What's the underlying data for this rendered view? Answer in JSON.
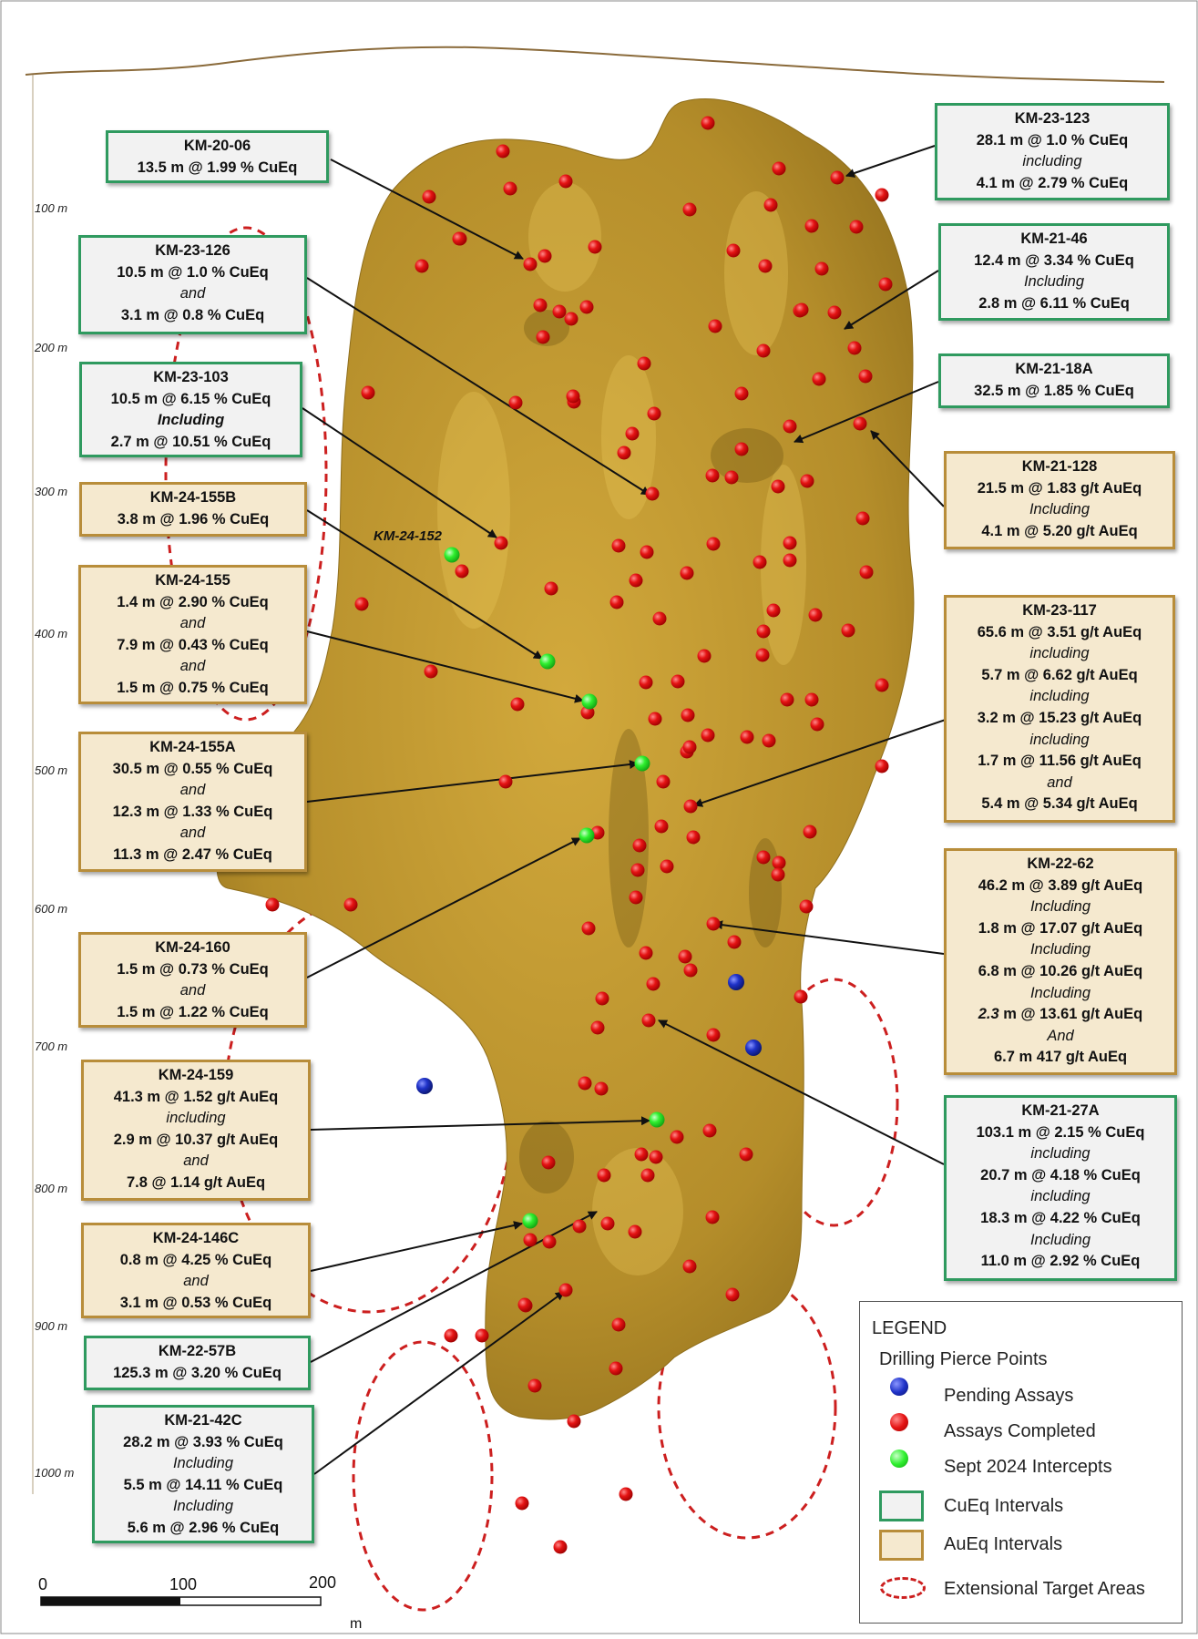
{
  "colors": {
    "orebody": "#b8922c",
    "assays_completed": "#e01010",
    "pending_assays": "#1a2fb8",
    "sept_2024_intercepts": "#22e822",
    "cueq_border": "#2f9a5f",
    "aueq_border": "#b88d3a",
    "target_area": "#cc1f1f"
  },
  "depth_labels": [
    "100 m",
    "200 m",
    "300 m",
    "400 m",
    "500 m",
    "600 m",
    "700 m",
    "800 m",
    "900 m",
    "1000 m"
  ],
  "pierce_label": "KM-24-152",
  "callouts": [
    {
      "id": "KM-20-06",
      "kind": "cueq",
      "lines": [
        {
          "t": "KM-20-06",
          "s": "b"
        },
        {
          "t": "13.5 m @ 1.99 % CuEq",
          "s": "b"
        }
      ]
    },
    {
      "id": "KM-23-126",
      "kind": "cueq",
      "lines": [
        {
          "t": "KM-23-126",
          "s": "b"
        },
        {
          "t": "10.5 m @ 1.0 % CuEq",
          "s": "b"
        },
        {
          "t": "and",
          "s": "i"
        },
        {
          "t": "3.1 m @ 0.8 % CuEq",
          "s": "b"
        }
      ]
    },
    {
      "id": "KM-23-103",
      "kind": "cueq",
      "lines": [
        {
          "t": "KM-23-103",
          "s": "b"
        },
        {
          "t": "10.5 m @ 6.15 % CuEq",
          "s": "b"
        },
        {
          "t": "Including",
          "s": "bi"
        },
        {
          "t": "2.7 m @ 10.51 % CuEq",
          "s": "b"
        }
      ]
    },
    {
      "id": "KM-24-155B",
      "kind": "aueq",
      "lines": [
        {
          "t": "KM-24-155B",
          "s": "b"
        },
        {
          "t": "3.8 m @ 1.96 % CuEq",
          "s": "b"
        }
      ]
    },
    {
      "id": "KM-24-155",
      "kind": "aueq",
      "lines": [
        {
          "t": "KM-24-155",
          "s": "b"
        },
        {
          "t": "1.4 m @ 2.90 % CuEq",
          "s": "b"
        },
        {
          "t": "and",
          "s": "i"
        },
        {
          "t": "7.9 m @ 0.43 % CuEq",
          "s": "b"
        },
        {
          "t": "and",
          "s": "i"
        },
        {
          "t": "1.5 m @ 0.75 % CuEq",
          "s": "b"
        }
      ]
    },
    {
      "id": "KM-24-155A",
      "kind": "aueq",
      "lines": [
        {
          "t": "KM-24-155A",
          "s": "b"
        },
        {
          "t": "30.5 m @ 0.55 % CuEq",
          "s": "b"
        },
        {
          "t": "and",
          "s": "i"
        },
        {
          "t": "12.3 m @ 1.33 % CuEq",
          "s": "b"
        },
        {
          "t": "and",
          "s": "i"
        },
        {
          "t": "11.3 m @ 2.47 % CuEq",
          "s": "b"
        }
      ]
    },
    {
      "id": "KM-24-160",
      "kind": "aueq",
      "lines": [
        {
          "t": "KM-24-160",
          "s": "b"
        },
        {
          "t": "1.5 m @ 0.73 % CuEq",
          "s": "b"
        },
        {
          "t": "and",
          "s": "i"
        },
        {
          "t": "1.5 m @ 1.22 % CuEq",
          "s": "b"
        }
      ]
    },
    {
      "id": "KM-24-159",
      "kind": "aueq",
      "lines": [
        {
          "t": "KM-24-159",
          "s": "b"
        },
        {
          "t": "41.3 m @ 1.52 g/t AuEq",
          "s": "b"
        },
        {
          "t": "including",
          "s": "i"
        },
        {
          "t": "2.9 m @ 10.37 g/t AuEq",
          "s": "b"
        },
        {
          "t": "and",
          "s": "i"
        },
        {
          "t": "7.8 @ 1.14 g/t AuEq",
          "s": "b"
        }
      ]
    },
    {
      "id": "KM-24-146C",
      "kind": "aueq",
      "lines": [
        {
          "t": "KM-24-146C",
          "s": "b"
        },
        {
          "t": "0.8 m @ 4.25 % CuEq",
          "s": "b"
        },
        {
          "t": "and",
          "s": "i"
        },
        {
          "t": "3.1 m @ 0.53 % CuEq",
          "s": "b"
        }
      ]
    },
    {
      "id": "KM-22-57B",
      "kind": "cueq",
      "lines": [
        {
          "t": "KM-22-57B",
          "s": "b"
        },
        {
          "t": "125.3 m @ 3.20 % CuEq",
          "s": "b"
        }
      ]
    },
    {
      "id": "KM-21-42C",
      "kind": "cueq",
      "lines": [
        {
          "t": "KM-21-42C",
          "s": "b"
        },
        {
          "t": "28.2 m @ 3.93 % CuEq",
          "s": "b"
        },
        {
          "t": "Including",
          "s": "i"
        },
        {
          "t": "5.5 m @ 14.11 % CuEq",
          "s": "b"
        },
        {
          "t": "Including",
          "s": "i"
        },
        {
          "t": "5.6 m @ 2.96 % CuEq",
          "s": "b"
        }
      ]
    },
    {
      "id": "KM-23-123",
      "kind": "cueq",
      "lines": [
        {
          "t": "KM-23-123",
          "s": "b"
        },
        {
          "t": "28.1 m @ 1.0 % CuEq",
          "s": "b"
        },
        {
          "t": "including",
          "s": "i"
        },
        {
          "t": "4.1 m @ 2.79 % CuEq",
          "s": "b"
        }
      ]
    },
    {
      "id": "KM-21-46",
      "kind": "cueq",
      "lines": [
        {
          "t": "KM-21-46",
          "s": "b"
        },
        {
          "t": "12.4 m @ 3.34 % CuEq",
          "s": "b"
        },
        {
          "t": "Including",
          "s": "i"
        },
        {
          "t": "2.8 m @ 6.11 % CuEq",
          "s": "b"
        }
      ]
    },
    {
      "id": "KM-21-18A",
      "kind": "cueq",
      "lines": [
        {
          "t": "KM-21-18A",
          "s": "b"
        },
        {
          "t": "32.5 m @ 1.85 % CuEq",
          "s": "b"
        }
      ]
    },
    {
      "id": "KM-21-128",
      "kind": "aueq",
      "lines": [
        {
          "t": "KM-21-128",
          "s": "b"
        },
        {
          "t": "21.5 m @ 1.83 g/t AuEq",
          "s": "b"
        },
        {
          "t": "Including",
          "s": "i"
        },
        {
          "t": "4.1 m @ 5.20 g/t AuEq",
          "s": "b"
        }
      ]
    },
    {
      "id": "KM-23-117",
      "kind": "aueq",
      "lines": [
        {
          "t": "KM-23-117",
          "s": "b"
        },
        {
          "t": "65.6 m @ 3.51 g/t AuEq",
          "s": "b"
        },
        {
          "t": "including",
          "s": "i"
        },
        {
          "t": "5.7 m @ 6.62 g/t AuEq",
          "s": "b"
        },
        {
          "t": "including",
          "s": "i"
        },
        {
          "t": "3.2 m @ 15.23 g/t AuEq",
          "s": "b"
        },
        {
          "t": "including",
          "s": "i"
        },
        {
          "t": "1.7 m @ 11.56 g/t AuEq",
          "s": "b"
        },
        {
          "t": "and",
          "s": "i"
        },
        {
          "t": "5.4 m @ 5.34 g/t AuEq",
          "s": "b"
        }
      ]
    },
    {
      "id": "KM-22-62",
      "kind": "aueq",
      "lines": [
        {
          "t": "KM-22-62",
          "s": "b"
        },
        {
          "t": "46.2 m @ 3.89 g/t AuEq",
          "s": "b"
        },
        {
          "t": "Including",
          "s": "i"
        },
        {
          "t": "1.8 m @ 17.07 g/t AuEq",
          "s": "b"
        },
        {
          "t": "Including",
          "s": "i"
        },
        {
          "t": "6.8 m @ 10.26 g/t AuEq",
          "s": "b"
        },
        {
          "t": "Including",
          "s": "i"
        },
        {
          "t": "2.3 m @ 13.61 g/t AuEq",
          "s": "bi2"
        },
        {
          "t": "And",
          "s": "i"
        },
        {
          "t": "6.7 m 417 g/t AuEq",
          "s": "b"
        }
      ]
    },
    {
      "id": "KM-21-27A",
      "kind": "cueq",
      "lines": [
        {
          "t": "KM-21-27A",
          "s": "b"
        },
        {
          "t": "103.1 m @ 2.15 % CuEq",
          "s": "b"
        },
        {
          "t": "including",
          "s": "i"
        },
        {
          "t": "20.7 m @ 4.18 % CuEq",
          "s": "b"
        },
        {
          "t": "including",
          "s": "i"
        },
        {
          "t": "18.3 m @ 4.22 % CuEq",
          "s": "b"
        },
        {
          "t": "Including",
          "s": "i"
        },
        {
          "t": "11.0 m @ 2.92 % CuEq",
          "s": "b"
        }
      ]
    }
  ],
  "legend": {
    "title": "LEGEND",
    "subtitle": "Drilling Pierce Points",
    "pending": "Pending Assays",
    "completed": "Assays Completed",
    "sept": "Sept 2024 Intercepts",
    "cueq": "CuEq Intervals",
    "aueq": "AuEq Intervals",
    "target": "Extensional Target Areas"
  },
  "scale": {
    "labels": [
      "0",
      "100",
      "200"
    ],
    "unit": "m"
  }
}
